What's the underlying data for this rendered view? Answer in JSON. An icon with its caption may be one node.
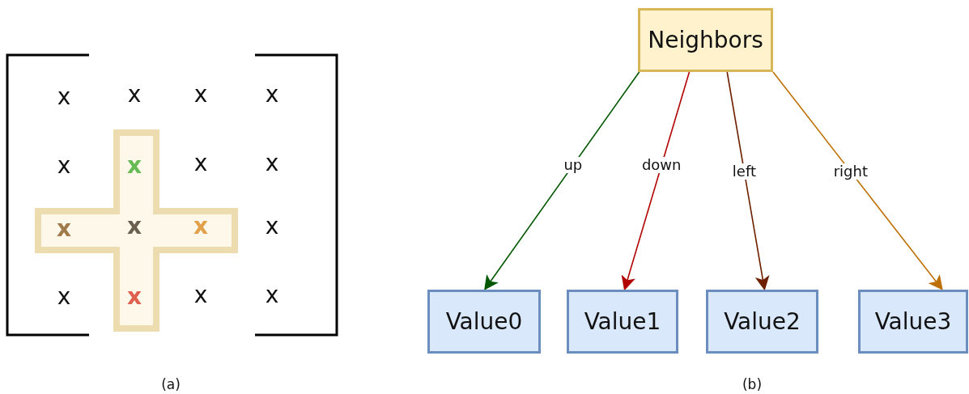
{
  "diagram": {
    "nodes": [
      {
        "text": [
          "x",
          "x",
          "x",
          "x",
          "x"
        ]
      },
      {
        "text": [
          "Neighbors"
        ]
      },
      {
        "text": [
          "Value0"
        ]
      },
      {
        "text": [
          "Value1"
        ]
      },
      {
        "text": [
          "Value2"
        ]
      },
      {
        "text": [
          "Value3"
        ]
      }
    ],
    "edges": [
      {
        "from": 1,
        "to": 2,
        "arrow": "to",
        "label": "up",
        "color": "#005700"
      },
      {
        "from": 1,
        "to": 3,
        "arrow": "to",
        "label": "down",
        "color": "#b20000"
      },
      {
        "from": 1,
        "to": 4,
        "arrow": "to",
        "label": "left",
        "color": "#6d1f00"
      },
      {
        "from": 1,
        "to": 5,
        "arrow": "to",
        "label": "right",
        "color": "#bd7000"
      }
    ],
    "labels": [
      "x",
      "x",
      "x",
      "x",
      "x",
      "x",
      "x",
      "x",
      "x",
      "x",
      "x",
      "(a)",
      "(b)"
    ]
  }
}
